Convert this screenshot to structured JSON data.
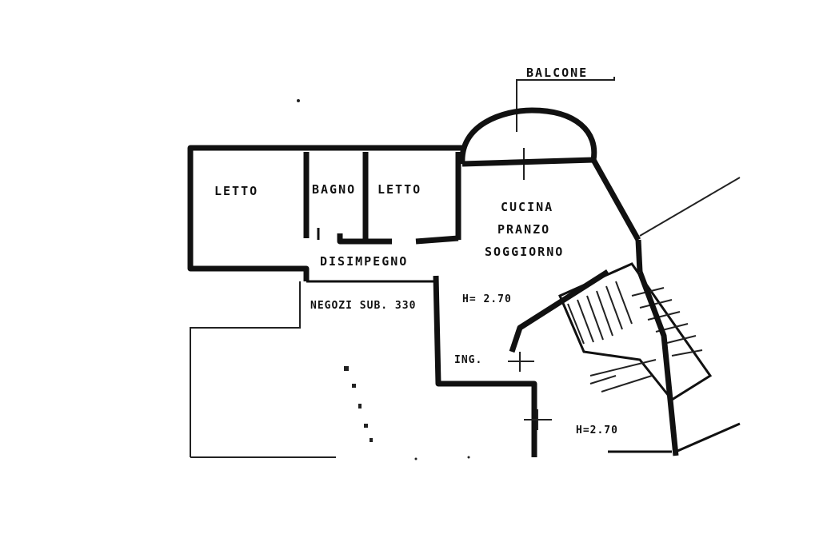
{
  "rooms": {
    "balcony": "BALCONE",
    "bedroom_left": "LETTO",
    "bathroom": "BAGNO",
    "bedroom_right": "LETTO",
    "kitchen_line1": "CUCINA",
    "kitchen_line2": "PRANZO",
    "kitchen_line3": "SOGGIORNO",
    "hallway": "DISIMPEGNO",
    "other_unit": "NEGOZI SUB. 330",
    "height_main": "H= 2.70",
    "entrance": "ING.",
    "height_secondary": "H=2.70"
  },
  "colors": {
    "ink": "#111111",
    "paper": "#ffffff"
  }
}
